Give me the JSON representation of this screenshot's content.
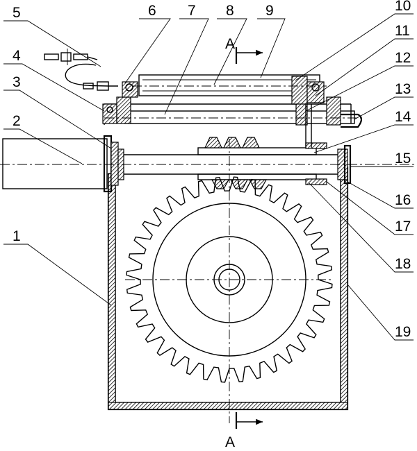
{
  "callouts": [
    {
      "id": "1",
      "text": "1"
    },
    {
      "id": "2",
      "text": "2"
    },
    {
      "id": "3",
      "text": "3"
    },
    {
      "id": "4",
      "text": "4"
    },
    {
      "id": "5",
      "text": "5"
    },
    {
      "id": "6",
      "text": "6"
    },
    {
      "id": "7",
      "text": "7"
    },
    {
      "id": "8",
      "text": "8"
    },
    {
      "id": "9",
      "text": "9"
    },
    {
      "id": "10",
      "text": "10"
    },
    {
      "id": "11",
      "text": "11"
    },
    {
      "id": "12",
      "text": "12"
    },
    {
      "id": "13",
      "text": "13"
    },
    {
      "id": "14",
      "text": "14"
    },
    {
      "id": "15",
      "text": "15"
    },
    {
      "id": "16",
      "text": "16"
    },
    {
      "id": "17",
      "text": "17"
    },
    {
      "id": "18",
      "text": "18"
    },
    {
      "id": "19",
      "text": "19"
    }
  ],
  "section": {
    "top_label": "A",
    "bottom_label": "A"
  },
  "gear": {
    "teeth": 36
  }
}
